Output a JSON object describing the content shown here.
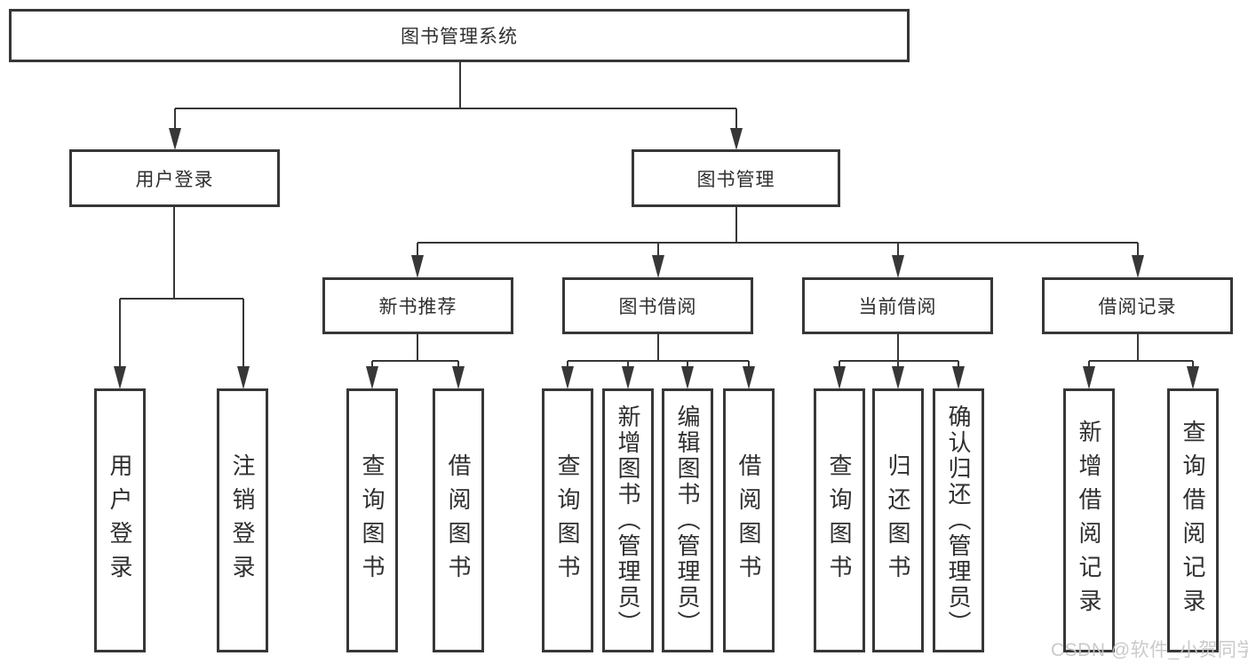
{
  "diagram_title": "图书管理系统",
  "nodes": {
    "root": "图书管理系统",
    "level2": [
      "用户登录",
      "图书管理"
    ],
    "level3": [
      "新书推荐",
      "图书借阅",
      "当前借阅",
      "借阅记录"
    ],
    "leaves": {
      "user_login": [
        "用户登录",
        "注销登录"
      ],
      "new_book": [
        "查询图书",
        "借阅图书"
      ],
      "borrow": [
        "查询图书",
        "新增图书（管理员）",
        "编辑图书（管理员）",
        "借阅图书"
      ],
      "current": [
        "查询图书",
        "归还图书",
        "确认归还（管理员）"
      ],
      "records": [
        "新增借阅记录",
        "查询借阅记录"
      ]
    }
  },
  "colors": {
    "line": "#373737",
    "text": "#2f2f2f",
    "watermark": "#c6c6c6"
  },
  "watermark": "CSDN @软件_小贺同学"
}
